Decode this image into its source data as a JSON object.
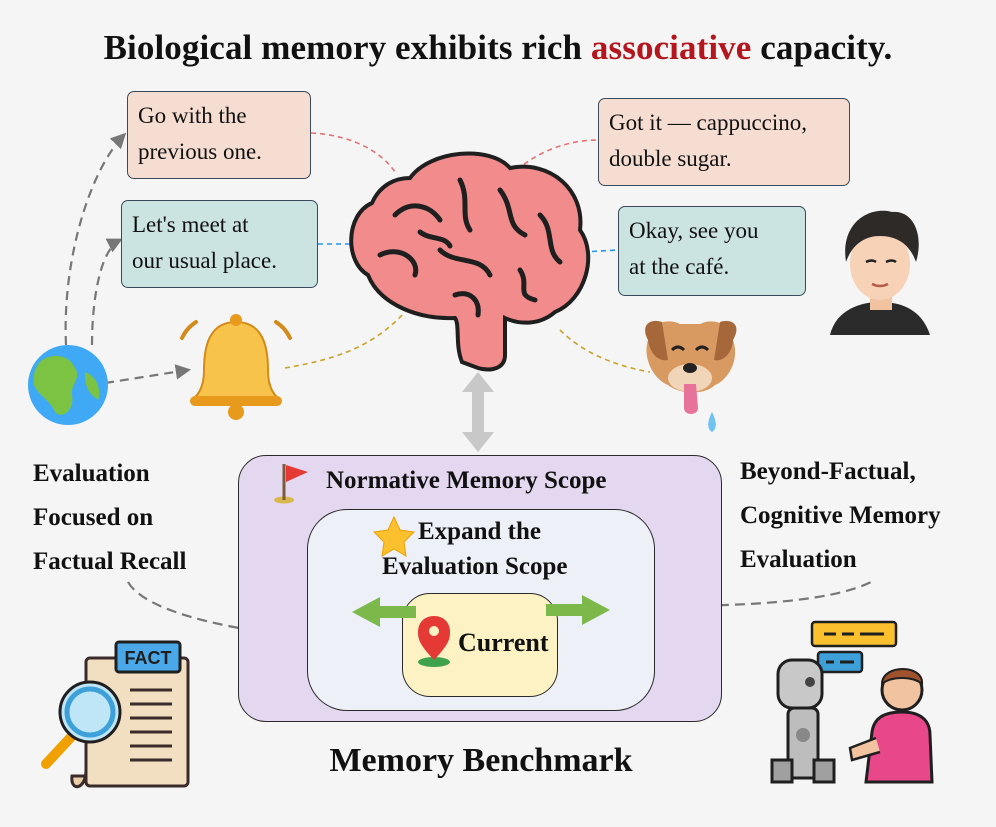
{
  "title": {
    "prefix": "Biological memory exhibits rich ",
    "highlight": "associative",
    "suffix": " capacity.",
    "highlight_color": "#b3161c"
  },
  "bubbles": {
    "previous": {
      "line1": "Go with the",
      "line2": "previous one."
    },
    "usual_place": {
      "line1": "Let's meet at",
      "line2": "our usual place."
    },
    "cappuccino": {
      "line1": "Got it — cappuccino,",
      "line2": "double sugar."
    },
    "see_you": {
      "line1": "Okay, see you",
      "line2": "at the café."
    }
  },
  "left_caption": {
    "line1": "Evaluation",
    "line2": "Focused on",
    "line3": "Factual Recall"
  },
  "right_caption": {
    "line1": "Beyond-Factual,",
    "line2": "Cognitive Memory",
    "line3": "Evaluation"
  },
  "scope": {
    "normative": "Normative Memory Scope",
    "expand_line1": "Expand the",
    "expand_line2": "Evaluation Scope",
    "current": "Current"
  },
  "fact_label": "FACT",
  "bottom_label": "Memory Benchmark",
  "icons": [
    "globe-icon",
    "bell-icon",
    "brain-icon",
    "dog-icon",
    "person-icon",
    "flag-icon",
    "star-icon",
    "location-pin-icon",
    "fact-document-icon",
    "robot-human-chat-icon"
  ],
  "colors": {
    "pink_bubble": "#f5ddd2",
    "teal_bubble": "#cbe3e1",
    "outer_scope": "#e4d8f0",
    "inner_scope": "#edf0f7",
    "current": "#fcf2c4",
    "brain": "#f28b8b",
    "arrow_green": "#8bc34a"
  }
}
